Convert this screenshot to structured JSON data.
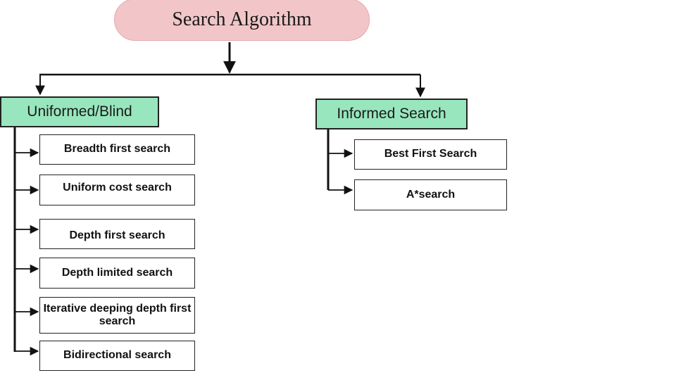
{
  "root": {
    "label": "Search Algorithm"
  },
  "categories": {
    "uninformed": {
      "label": "Uniformed/Blind",
      "items": [
        "Breadth first search",
        "Uniform cost search",
        "Depth first search",
        "Depth limited search",
        "Iterative deeping depth first search",
        "Bidirectional search"
      ]
    },
    "informed": {
      "label": "Informed Search",
      "items": [
        "Best First Search",
        "A*search"
      ]
    }
  },
  "colors": {
    "root_fill": "#f2c6c8",
    "category_fill": "#98e6bd",
    "line": "#111111"
  }
}
